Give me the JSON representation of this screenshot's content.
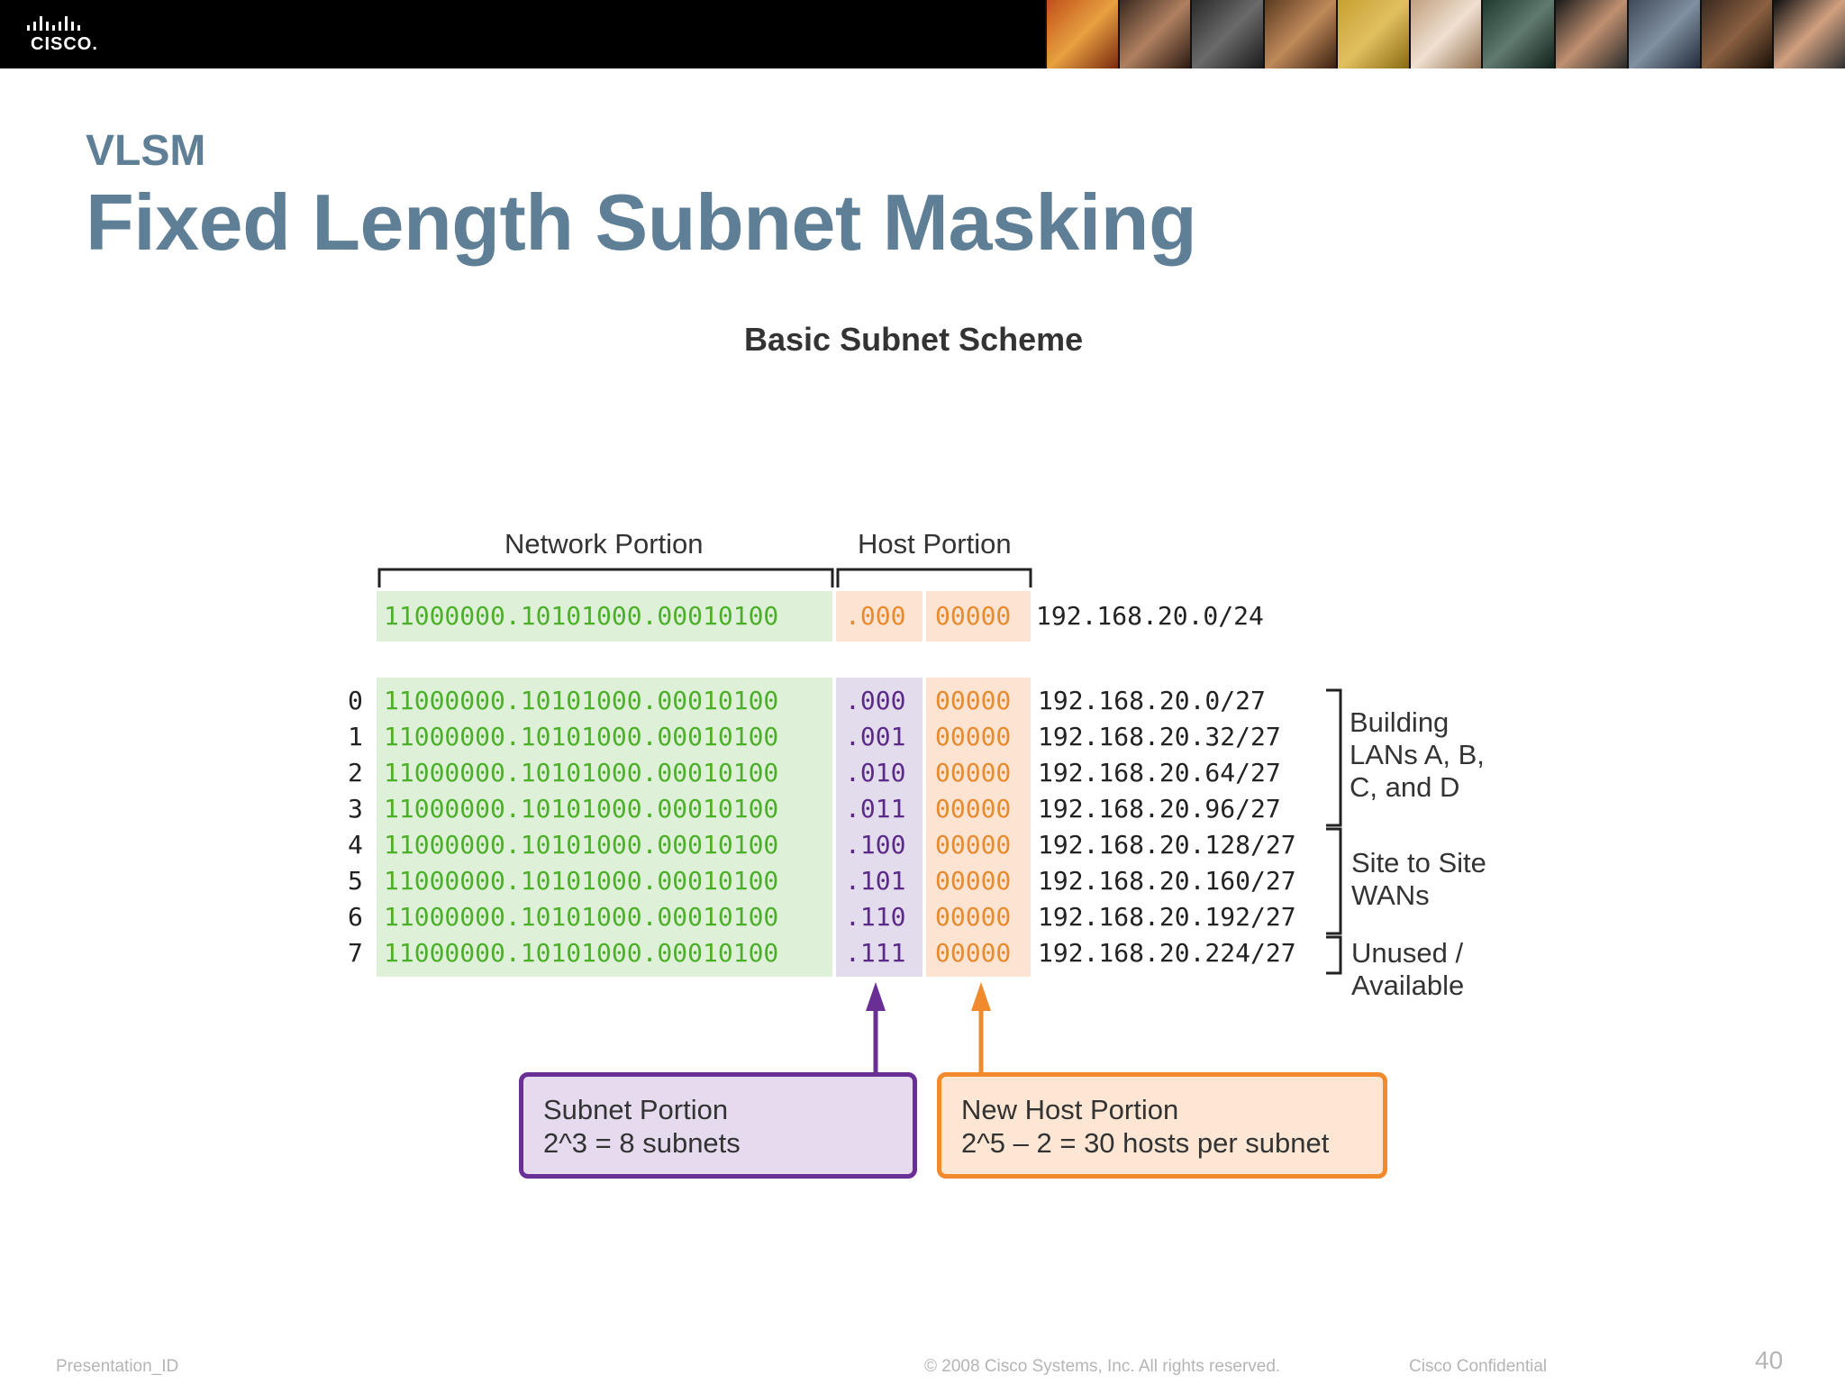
{
  "header": {
    "logo": "CISCO."
  },
  "slide": {
    "subtitle": "VLSM",
    "title": "Fixed Length Subnet Masking"
  },
  "diagram": {
    "title": "Basic Subnet Scheme",
    "network_portion_label": "Network Portion",
    "host_portion_label": "Host Portion",
    "top_row": {
      "network": "11000000.10101000.00010100",
      "subnet": ".000",
      "host": "00000",
      "address": "192.168.20.0/24"
    },
    "rows": [
      {
        "index": "0",
        "network": "11000000.10101000.00010100",
        "subnet": ".000",
        "host": "00000",
        "address": "192.168.20.0/27"
      },
      {
        "index": "1",
        "network": "11000000.10101000.00010100",
        "subnet": ".001",
        "host": "00000",
        "address": "192.168.20.32/27"
      },
      {
        "index": "2",
        "network": "11000000.10101000.00010100",
        "subnet": ".010",
        "host": "00000",
        "address": "192.168.20.64/27"
      },
      {
        "index": "3",
        "network": "11000000.10101000.00010100",
        "subnet": ".011",
        "host": "00000",
        "address": "192.168.20.96/27"
      },
      {
        "index": "4",
        "network": "11000000.10101000.00010100",
        "subnet": ".100",
        "host": "00000",
        "address": "192.168.20.128/27"
      },
      {
        "index": "5",
        "network": "11000000.10101000.00010100",
        "subnet": ".101",
        "host": "00000",
        "address": "192.168.20.160/27"
      },
      {
        "index": "6",
        "network": "11000000.10101000.00010100",
        "subnet": ".110",
        "host": "00000",
        "address": "192.168.20.192/27"
      },
      {
        "index": "7",
        "network": "11000000.10101000.00010100",
        "subnet": ".111",
        "host": "00000",
        "address": "192.168.20.224/27"
      }
    ],
    "groups": {
      "building_lans": [
        "Building",
        "LANs A, B,",
        "C, and D"
      ],
      "site_wans": [
        "Site to Site",
        "WANs"
      ],
      "unused": [
        "Unused /",
        "Available"
      ]
    },
    "subnet_callout": {
      "line1": "Subnet Portion",
      "line2": "2^3 = 8 subnets"
    },
    "host_callout": {
      "line1": "New Host Portion",
      "line2": "2^5 – 2 = 30 hosts per subnet"
    },
    "colors": {
      "network": "#4caf2a",
      "subnet": "#5b2a86",
      "host": "#e88a2e",
      "title": "#5f7f96"
    }
  },
  "footer": {
    "presentation_id": "Presentation_ID",
    "copyright": "© 2008 Cisco Systems, Inc. All rights reserved.",
    "confidential": "Cisco Confidential",
    "page_number": "40"
  }
}
